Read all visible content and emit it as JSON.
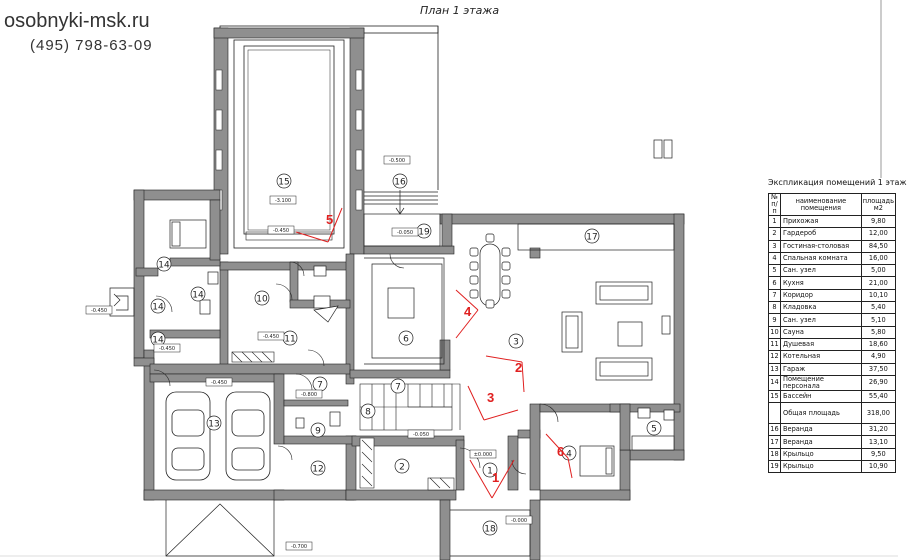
{
  "site": "osobnyki-msk.ru",
  "phone": "(495)  798-63-09",
  "plan_title": "План 1 этажа",
  "explication": {
    "title": "Экспликация помещений  1 этаж",
    "col_num": "№ п/п",
    "col_name": "наименование помещения",
    "col_area": "площадь м2",
    "rooms": [
      {
        "n": "1",
        "name": "Прихожая",
        "area": "9,80"
      },
      {
        "n": "2",
        "name": "Гардероб",
        "area": "12,00"
      },
      {
        "n": "3",
        "name": "Гостиная-столовая",
        "area": "84,50"
      },
      {
        "n": "4",
        "name": "Спальная комната",
        "area": "16,00"
      },
      {
        "n": "5",
        "name": "Сан. узел",
        "area": "5,00"
      },
      {
        "n": "6",
        "name": "Кухня",
        "area": "21,00"
      },
      {
        "n": "7",
        "name": "Коридор",
        "area": "10,10"
      },
      {
        "n": "8",
        "name": "Кладовка",
        "area": "5,40"
      },
      {
        "n": "9",
        "name": "Сан. узел",
        "area": "5,10"
      },
      {
        "n": "10",
        "name": "Сауна",
        "area": "5,80"
      },
      {
        "n": "11",
        "name": "Душевая",
        "area": "18,60"
      },
      {
        "n": "12",
        "name": "Котельная",
        "area": "4,90"
      },
      {
        "n": "13",
        "name": "Гараж",
        "area": "37,50"
      },
      {
        "n": "14",
        "name": "Помещение персонала",
        "area": "26,90"
      },
      {
        "n": "15",
        "name": "Бассейн",
        "area": "55,40"
      }
    ],
    "total": {
      "name": "Общая площадь",
      "area": "318,00"
    },
    "extra": [
      {
        "n": "16",
        "name": "Веранда",
        "area": "31,20"
      },
      {
        "n": "17",
        "name": "Веранда",
        "area": "13,10"
      },
      {
        "n": "18",
        "name": "Крыльцо",
        "area": "9,50"
      },
      {
        "n": "19",
        "name": "Крыльцо",
        "area": "10,90"
      }
    ]
  },
  "room_markers": [
    "15",
    "16",
    "17",
    "19",
    "14",
    "14",
    "14",
    "14",
    "10",
    "11",
    "6",
    "3",
    "7",
    "7",
    "8",
    "9",
    "13",
    "12",
    "2",
    "1",
    "4",
    "5",
    "18"
  ],
  "view_markers": [
    "1",
    "2",
    "3",
    "4",
    "5",
    "6"
  ],
  "levels": [
    "-3.100",
    "-0.450",
    "-0.500",
    "-0.050",
    "-0.450",
    "-0.450",
    "-0.450",
    "-0.800",
    "-0.450",
    "-0.050",
    "±0.000",
    "-0.000",
    "-0.700"
  ],
  "colors": {
    "wall": "#8f8f8f",
    "line": "#222222",
    "accent": "#e02020"
  }
}
